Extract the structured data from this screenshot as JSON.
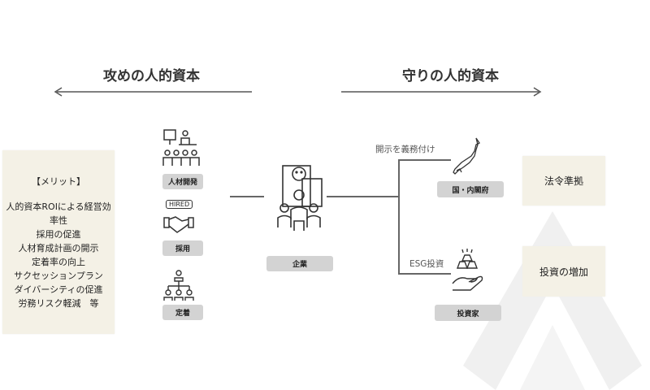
{
  "titles": {
    "offense": "攻めの人的資本",
    "defense": "守りの人的資本"
  },
  "merit": {
    "heading": "【メリット】",
    "items": [
      "人的資本ROIによる経営効率性",
      "採用の促進",
      "人材育成計画の開示",
      "定着率の向上",
      "サクセッションプラン",
      "ダイバーシティの促進",
      "労務リスク軽減　等"
    ]
  },
  "hr": {
    "development": "人材開発",
    "hiring": "採用",
    "hired_sign": "HIRED",
    "retention": "定着"
  },
  "company": "企業",
  "branches": {
    "disclosure": "開示を義務付け",
    "esg": "ESG投資"
  },
  "stakeholders": {
    "government": "国・内閣府",
    "investors": "投資家"
  },
  "outcomes": {
    "compliance": "法令準拠",
    "investment": "投資の増加"
  }
}
